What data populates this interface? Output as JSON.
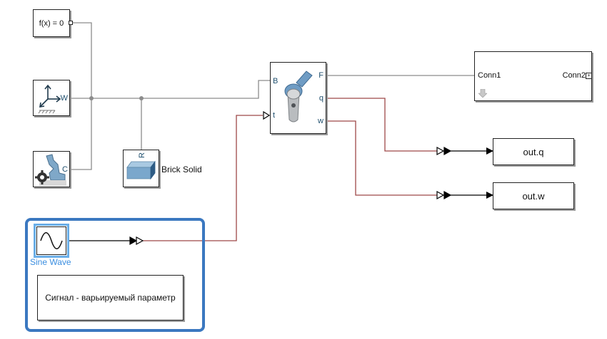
{
  "blocks": {
    "solver_config": {
      "label": "f(x) = 0"
    },
    "world_frame": {
      "port": "W"
    },
    "mechanism_config": {
      "port": "C"
    },
    "brick_solid": {
      "label": "Brick Solid",
      "port": "R"
    },
    "revolute_joint": {
      "ports": {
        "base": "B",
        "follower": "F",
        "torque": "t",
        "q": "q",
        "w": "w"
      }
    },
    "subsystem": {
      "port_left": "Conn1",
      "port_right": "Conn2"
    },
    "out_q": {
      "label": "out.q"
    },
    "out_w": {
      "label": "out.w"
    },
    "sine_wave": {
      "label": "Sine Wave"
    },
    "annotation": {
      "text": "Сигнал - варьируемый параметр"
    }
  },
  "colors": {
    "physical_line": "#8c8c8c",
    "signal_line": "#9e4848",
    "simulink_line": "#000000",
    "selection": "#3b78c0",
    "sine_label": "#3b8ee0"
  }
}
